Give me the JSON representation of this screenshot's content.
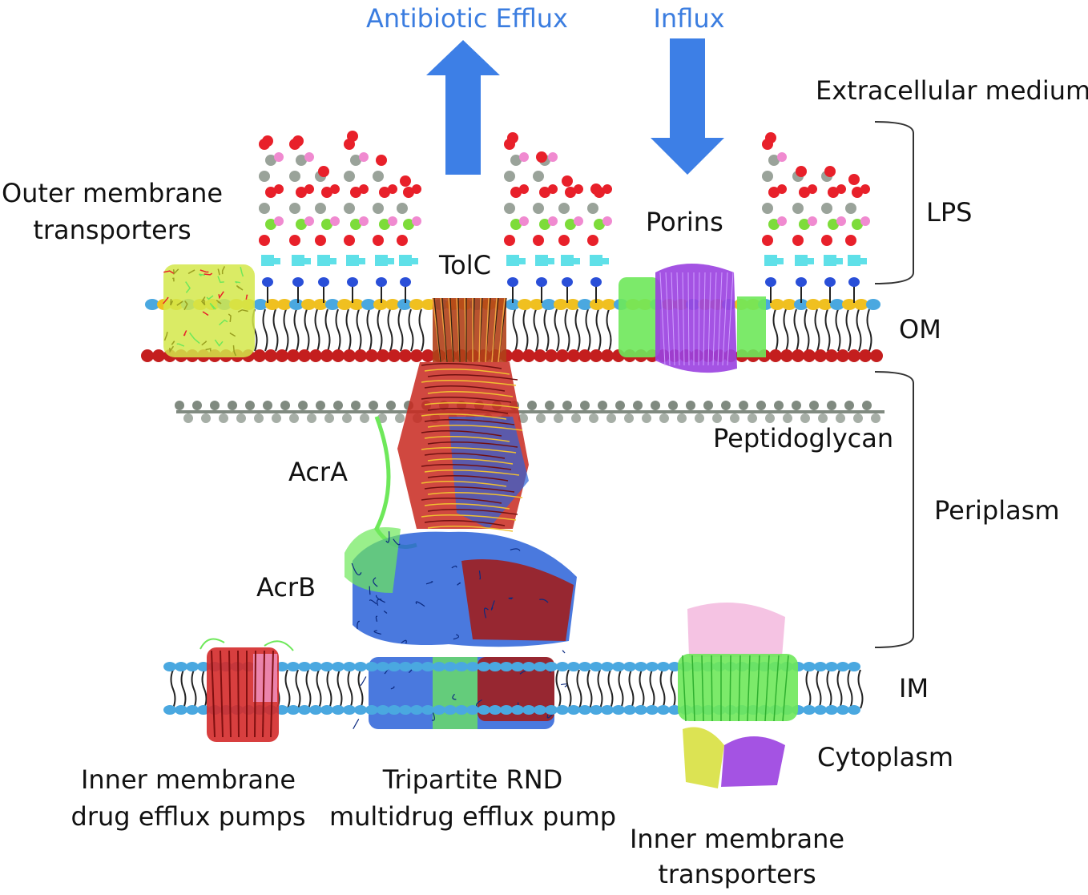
{
  "arrows": {
    "efflux_label": "Antibiotic Efflux",
    "influx_label": "Influx",
    "color": "#3d7fe6"
  },
  "regions": {
    "extracellular": "Extracellular medium",
    "lps": "LPS",
    "om": "OM",
    "peptidoglycan": "Peptidoglycan",
    "periplasm": "Periplasm",
    "im": "IM",
    "cytoplasm": "Cytoplasm"
  },
  "components": {
    "outer_transporters": [
      "Outer membrane",
      "transporters"
    ],
    "porins": "Porins",
    "tolc": "TolC",
    "acra": "AcrA",
    "acrb": "AcrB",
    "inner_pumps": [
      "Inner membrane",
      "drug efflux pumps"
    ],
    "tripartite": [
      "Tripartite RND",
      "multidrug efflux pump"
    ],
    "inner_transporters": [
      "Inner membrane",
      "transporters"
    ]
  },
  "colors": {
    "lps_red": "#e8202a",
    "lps_gray": "#9aa39a",
    "lps_pink": "#f08ad0",
    "lps_green": "#7ddc3a",
    "lps_cyan": "#5fe0e8",
    "lps_blue": "#2a4fd8",
    "membrane_head_yellow": "#f0c020",
    "membrane_head_blue": "#4aa8e0",
    "membrane_head_red": "#c41e1e",
    "peptidoglycan": "#808a80",
    "protein_red": "#c8281e",
    "protein_blue": "#2a62d8",
    "protein_green": "#6ee85a",
    "protein_purple": "#9a40e0"
  }
}
